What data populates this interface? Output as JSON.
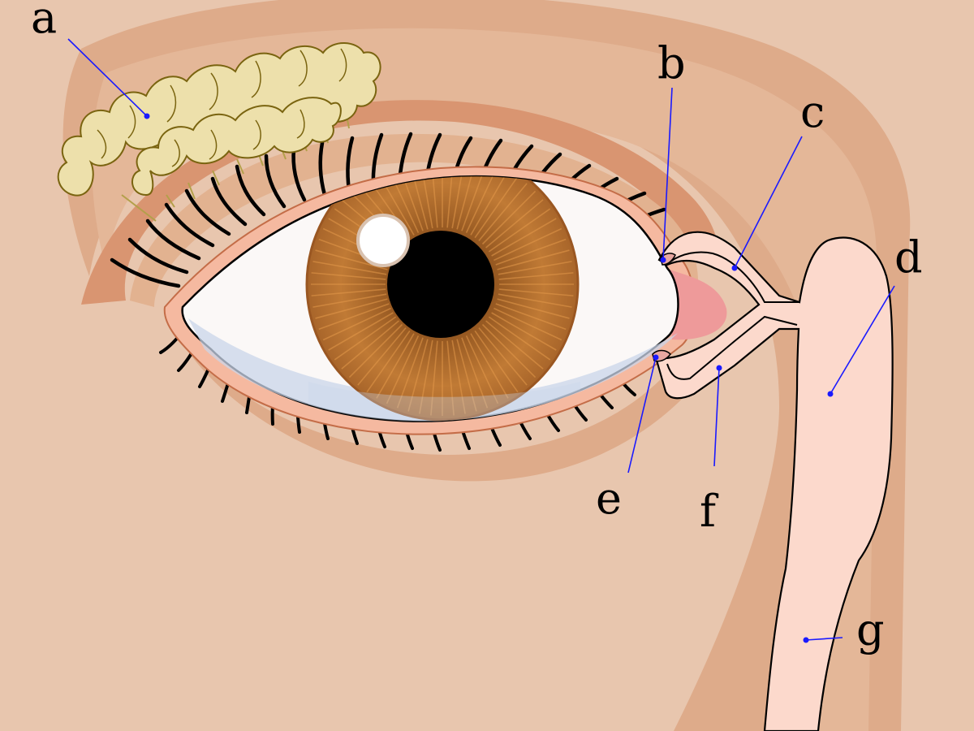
{
  "figure": {
    "background": "#e8c6ae",
    "colors": {
      "skin_dark": "#deab8a",
      "skin_mid": "#e4b798",
      "eyelid_fold": "#d99571",
      "gland_fill": "#ede0ab",
      "gland_stroke": "#7a6410",
      "sclera": "#fbf8f7",
      "iris": "#c07a35",
      "iris_dark": "#8a4f1c",
      "pupil": "#000000",
      "duct_fill": "#fcd9cc",
      "caruncle": "#ee9a9a",
      "lid_margin": "#f5b9a0",
      "leader": "#1a1aff"
    },
    "labels": [
      {
        "id": "a",
        "text": "a"
      },
      {
        "id": "b",
        "text": "b"
      },
      {
        "id": "c",
        "text": "c"
      },
      {
        "id": "d",
        "text": "d"
      },
      {
        "id": "e",
        "text": "e"
      },
      {
        "id": "f",
        "text": "f"
      },
      {
        "id": "g",
        "text": "g"
      }
    ]
  }
}
